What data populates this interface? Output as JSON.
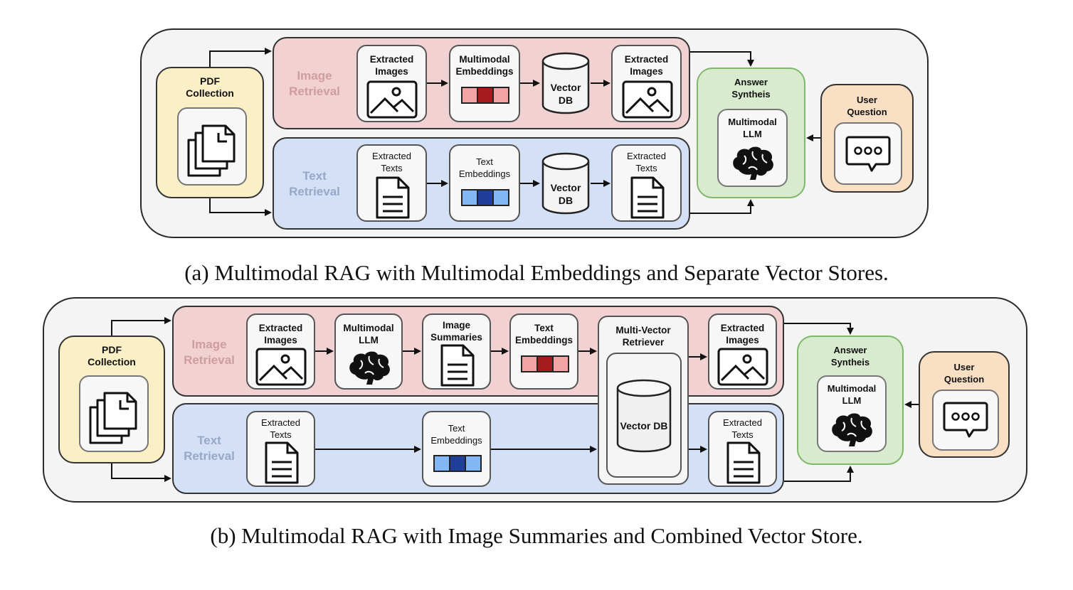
{
  "captions": {
    "a": "(a) Multimodal RAG with Multimodal Embeddings and Separate Vector Stores.",
    "b": "(b) Multimodal RAG with Image Summaries and Combined Vector Store."
  },
  "diagram_a": {
    "pdf": {
      "line1": "PDF",
      "line2": "Collection"
    },
    "image_lane": {
      "line1": "Image",
      "line2": "Retrieval"
    },
    "text_lane": {
      "line1": "Text",
      "line2": "Retrieval"
    },
    "extracted_images": {
      "line1": "Extracted",
      "line2": "Images"
    },
    "multimodal_embeddings": {
      "line1": "Multimodal",
      "line2": "Embeddings"
    },
    "vector_db_img": {
      "line1": "Vector",
      "line2": "DB"
    },
    "extracted_images_out": {
      "line1": "Extracted",
      "line2": "Images"
    },
    "extracted_texts": {
      "line1": "Extracted",
      "line2": "Texts"
    },
    "text_embeddings": {
      "line1": "Text",
      "line2": "Embeddings"
    },
    "vector_db_txt": {
      "line1": "Vector",
      "line2": "DB"
    },
    "extracted_texts_out": {
      "line1": "Extracted",
      "line2": "Texts"
    },
    "answer": {
      "line1": "Answer",
      "line2": "Syntheis"
    },
    "llm": {
      "line1": "Multimodal",
      "line2": "LLM"
    },
    "user": {
      "line1": "User",
      "line2": "Question"
    }
  },
  "diagram_b": {
    "pdf": {
      "line1": "PDF",
      "line2": "Collection"
    },
    "image_lane": {
      "line1": "Image",
      "line2": "Retrieval"
    },
    "text_lane": {
      "line1": "Text",
      "line2": "Retrieval"
    },
    "extracted_images": {
      "line1": "Extracted",
      "line2": "Images"
    },
    "multimodal_llm": {
      "line1": "Multimodal",
      "line2": "LLM"
    },
    "image_summaries": {
      "line1": "Image",
      "line2": "Summaries"
    },
    "text_embeddings_img": {
      "line1": "Text",
      "line2": "Embeddings"
    },
    "multi_vector": {
      "line1": "Multi-Vector",
      "line2": "Retriever"
    },
    "vector_db": "Vector DB",
    "extracted_images_out": {
      "line1": "Extracted",
      "line2": "Images"
    },
    "extracted_texts": {
      "line1": "Extracted",
      "line2": "Texts"
    },
    "text_embeddings_txt": {
      "line1": "Text",
      "line2": "Embeddings"
    },
    "extracted_texts_out": {
      "line1": "Extracted",
      "line2": "Texts"
    },
    "answer": {
      "line1": "Answer",
      "line2": "Syntheis"
    },
    "llm": {
      "line1": "Multimodal",
      "line2": "LLM"
    },
    "user": {
      "line1": "User",
      "line2": "Question"
    }
  },
  "colors": {
    "image_lane_fill": "#f1d1d1",
    "text_lane_fill": "#d3e0f5",
    "pdf_fill": "#fbefc6",
    "answer_fill": "#d9ebcf",
    "answer_border": "#7fb86a",
    "user_fill": "#f9dfc3",
    "embed_red": [
      "#f3a3a3",
      "#a61c1c",
      "#f3a3a3"
    ],
    "embed_blue": [
      "#82b6f5",
      "#1f3f99",
      "#82b6f5"
    ]
  },
  "icons": [
    "document-stack-icon",
    "image-icon",
    "embedding-vector-icon",
    "database-cylinder-icon",
    "document-icon",
    "brain-icon",
    "chat-bubble-icon"
  ]
}
